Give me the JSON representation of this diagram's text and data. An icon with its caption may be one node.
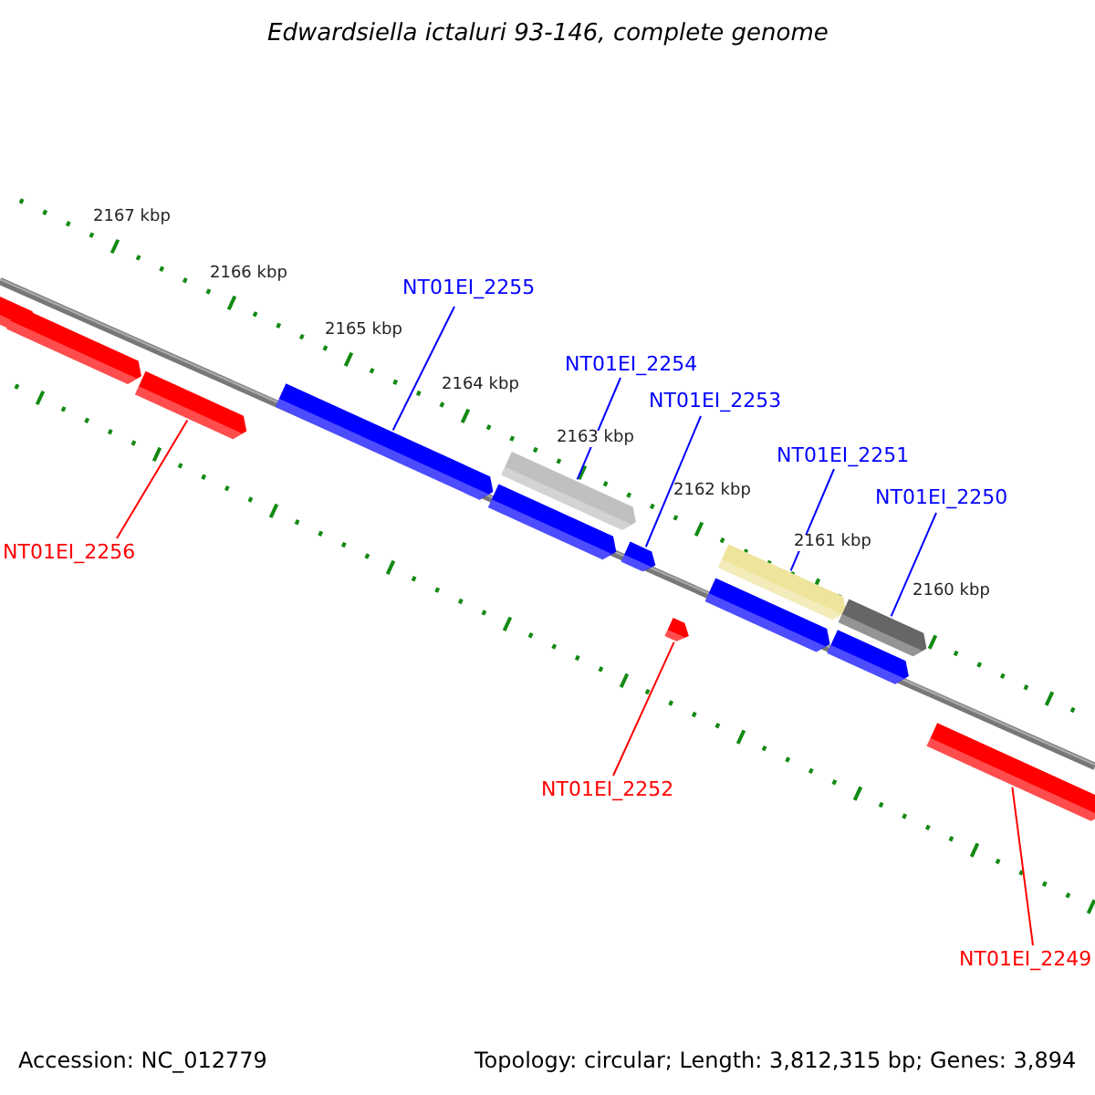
{
  "diagram": {
    "title": "Edwardsiella ictaluri 93-146, complete genome",
    "nodes": [
      {
        "text": [
          "NT01EI_2255"
        ]
      },
      {
        "text": [
          "NT01EI_2254"
        ]
      },
      {
        "text": [
          "NT01EI_2253"
        ]
      },
      {
        "text": [
          "NT01EI_2251"
        ]
      },
      {
        "text": [
          "NT01EI_2250"
        ]
      },
      {
        "text": [
          "NT01EI_2256"
        ]
      },
      {
        "text": [
          "NT01EI_2252"
        ]
      },
      {
        "text": [
          "NT01EI_2249"
        ]
      },
      {
        "text": [],
        "shape": "bar"
      },
      {
        "text": [],
        "shape": "bar"
      },
      {
        "text": [],
        "shape": "bar"
      },
      {
        "text": [],
        "shape": "bar"
      },
      {
        "text": [],
        "shape": "bar"
      },
      {
        "text": [],
        "shape": "bar"
      },
      {
        "text": [],
        "shape": "bar"
      },
      {
        "text": [],
        "shape": "bar"
      }
    ],
    "edges": [
      {
        "from": 0,
        "to": 9,
        "arrow": "none",
        "color": "#0000ff"
      },
      {
        "from": 1,
        "to": 10,
        "arrow": "none",
        "color": "#0000ff"
      },
      {
        "from": 2,
        "to": 11,
        "arrow": "none",
        "color": "#0000ff"
      },
      {
        "from": 3,
        "to": 13,
        "arrow": "none",
        "color": "#0000ff"
      },
      {
        "from": 4,
        "to": 14,
        "arrow": "none",
        "color": "#0000ff"
      },
      {
        "from": 5,
        "to": 8,
        "arrow": "none",
        "color": "#ff0000"
      },
      {
        "from": 6,
        "to": 12,
        "arrow": "none",
        "color": "#ff0000"
      },
      {
        "from": 7,
        "to": 15,
        "arrow": "none",
        "color": "#ff0000"
      }
    ],
    "labels": [
      "2167 kbp",
      "2166 kbp",
      "2165 kbp",
      "2164 kbp",
      "2163 kbp",
      "2162 kbp",
      "2161 kbp",
      "2160 kbp",
      "Accession: NC_012779",
      "Topology: circular; Length: 3,812,315 bp; Genes: 3,894"
    ]
  }
}
